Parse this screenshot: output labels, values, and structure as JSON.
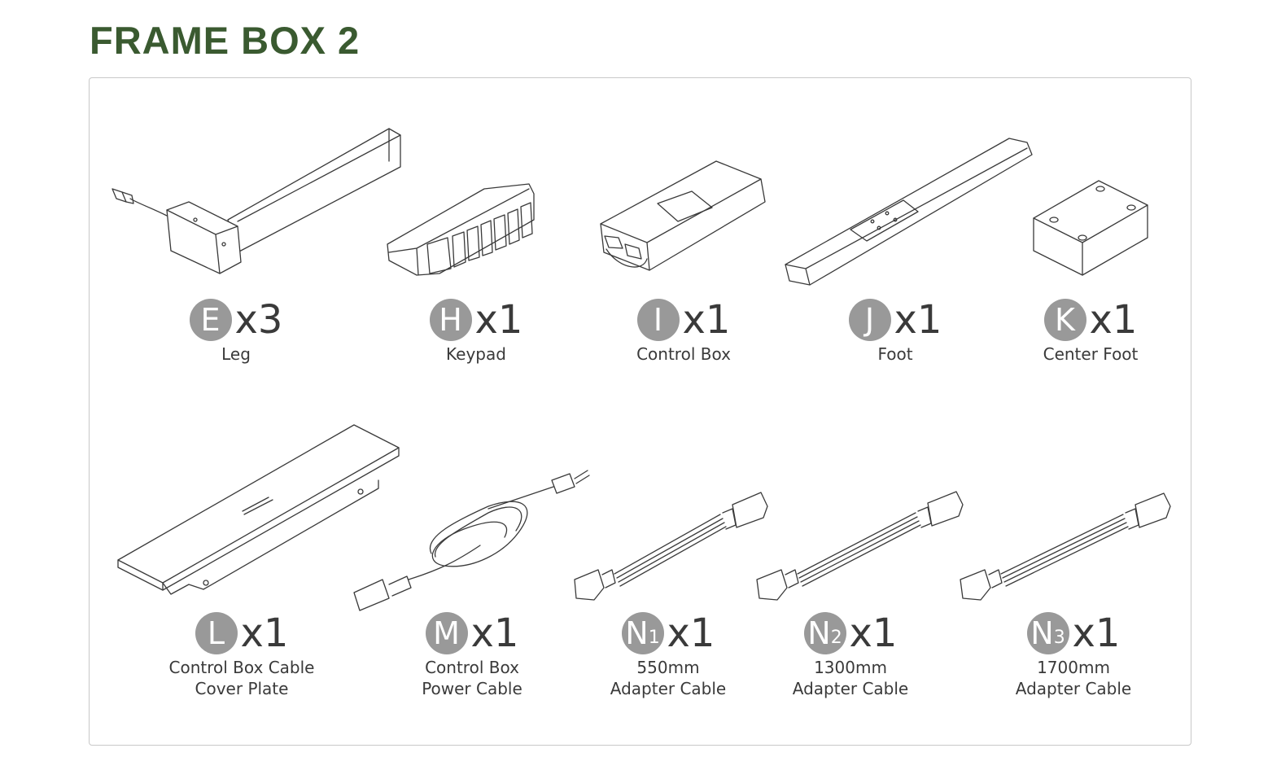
{
  "title": "FRAME BOX 2",
  "parts": [
    {
      "id": "E",
      "letter": "E",
      "sub": "",
      "qty": "x3",
      "name_line1": "Leg",
      "name_line2": ""
    },
    {
      "id": "H",
      "letter": "H",
      "sub": "",
      "qty": "x1",
      "name_line1": "Keypad",
      "name_line2": ""
    },
    {
      "id": "I",
      "letter": "I",
      "sub": "",
      "qty": "x1",
      "name_line1": "Control Box",
      "name_line2": ""
    },
    {
      "id": "J",
      "letter": "J",
      "sub": "",
      "qty": "x1",
      "name_line1": "Foot",
      "name_line2": ""
    },
    {
      "id": "K",
      "letter": "K",
      "sub": "",
      "qty": "x1",
      "name_line1": "Center Foot",
      "name_line2": ""
    },
    {
      "id": "L",
      "letter": "L",
      "sub": "",
      "qty": "x1",
      "name_line1": "Control Box Cable",
      "name_line2": "Cover Plate"
    },
    {
      "id": "M",
      "letter": "M",
      "sub": "",
      "qty": "x1",
      "name_line1": "Control Box",
      "name_line2": "Power Cable"
    },
    {
      "id": "N1",
      "letter": "N",
      "sub": "1",
      "qty": "x1",
      "name_line1": "550mm",
      "name_line2": "Adapter Cable"
    },
    {
      "id": "N2",
      "letter": "N",
      "sub": "2",
      "qty": "x1",
      "name_line1": "1300mm",
      "name_line2": "Adapter Cable"
    },
    {
      "id": "N3",
      "letter": "N",
      "sub": "3",
      "qty": "x1",
      "name_line1": "1700mm",
      "name_line2": "Adapter Cable"
    }
  ],
  "colors": {
    "title": "#3a5a30",
    "badge": "#999999",
    "line": "#3a3a3a",
    "border": "#c8c8c8"
  },
  "icons": [
    "leg-icon",
    "keypad-icon",
    "control-box-icon",
    "foot-icon",
    "center-foot-icon",
    "cover-plate-icon",
    "power-cable-icon",
    "adapter-cable-icon"
  ]
}
